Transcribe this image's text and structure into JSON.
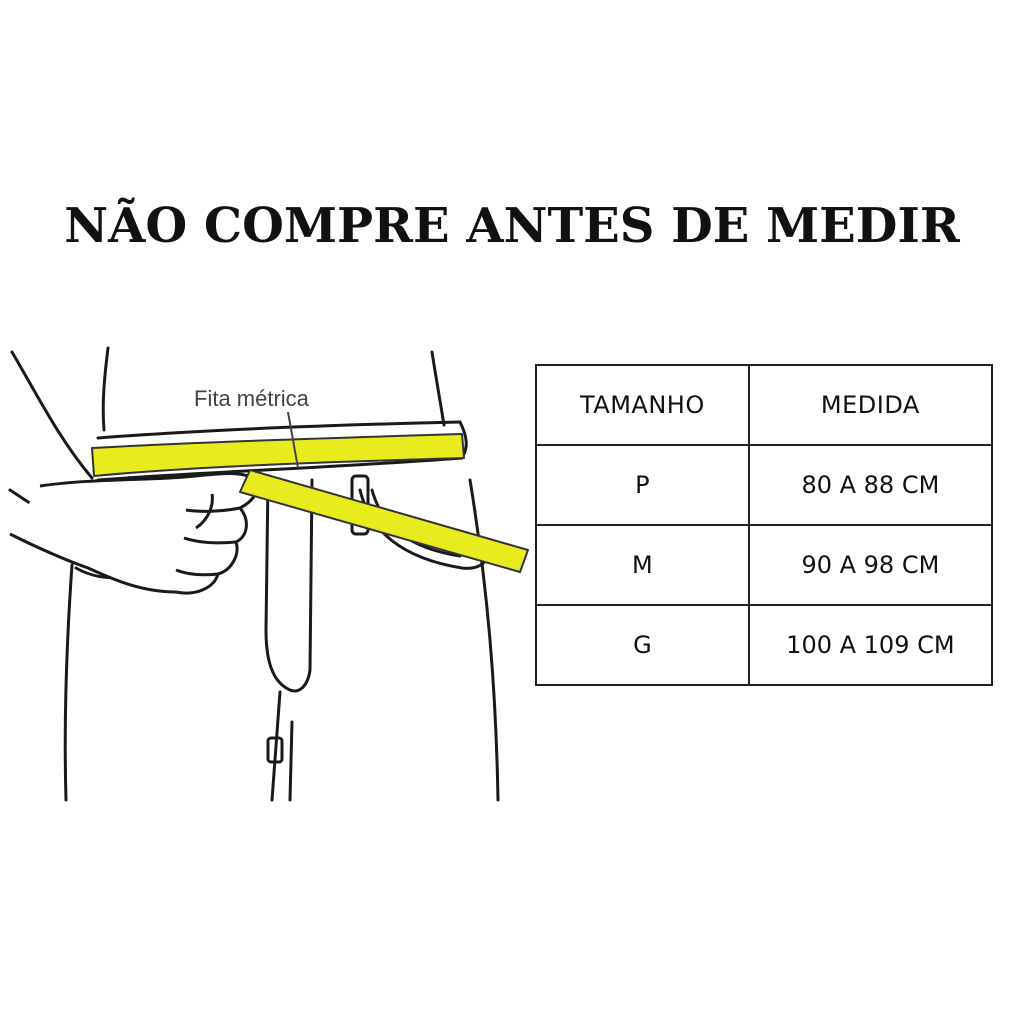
{
  "headline": "NÃO COMPRE ANTES DE MEDIR",
  "illustration": {
    "tape_label": "Fita métrica",
    "tape_color": "#e8ec1f"
  },
  "size_table": {
    "headers": [
      "TAMANHO",
      "MEDIDA"
    ],
    "rows": [
      {
        "size": "P",
        "measure": "80 A 88 CM"
      },
      {
        "size": "M",
        "measure": "90 A 98 CM"
      },
      {
        "size": "G",
        "measure": "100 A 109 CM"
      }
    ]
  }
}
